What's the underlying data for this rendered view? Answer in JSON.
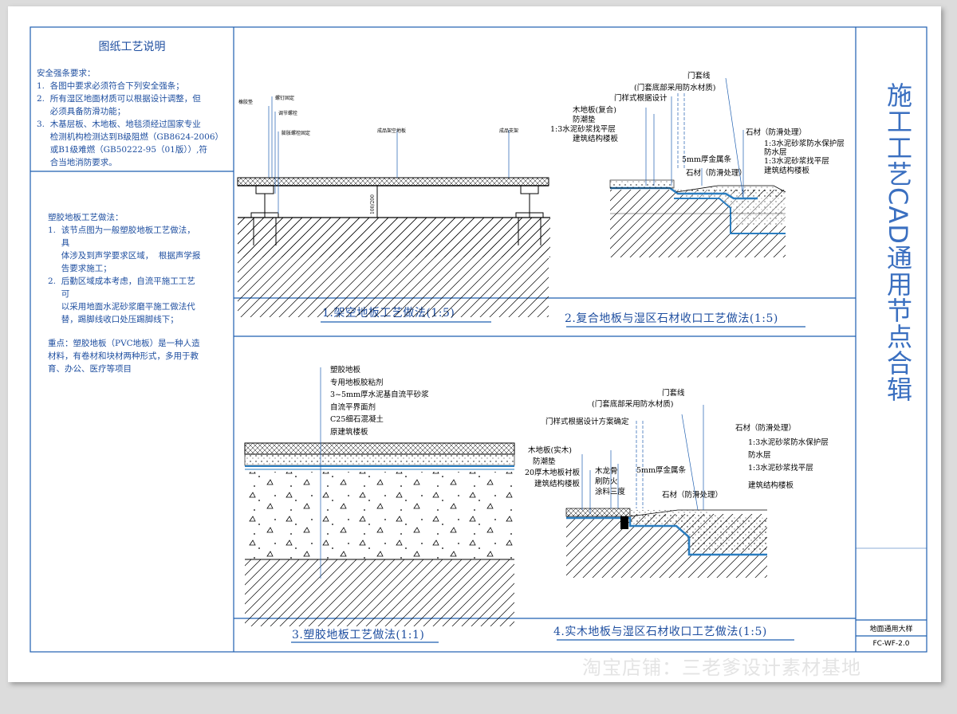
{
  "notes": {
    "title": "图纸工艺说明",
    "safety_heading": "安全强条要求：",
    "safety_items": [
      "1.  各图中要求必须符合下列安全强条；",
      "2.  所有湿区地面材质可以根据设计调整，但",
      "     必须具备防滑功能；",
      "3.  木基层板、木地板、地毯须经过国家专业",
      "     检测机构检测达到B级阻燃（GB8624-2006）",
      "     或B1级难燃（GB50222-95（01版））,符",
      "     合当地消防要求。"
    ],
    "pvc_heading": "塑胶地板工艺做法：",
    "pvc_items": [
      "1.  该节点图为一般塑胶地板工艺做法，",
      "     具",
      "     体涉及到声学要求区域，  根据声学报",
      "     告要求施工；",
      "2.  后勤区域成本考虑，自流平施工工艺",
      "     可",
      "     以采用地面水泥砂浆磨平施工做法代",
      "     替，踢脚线收口处压踢脚线下；"
    ],
    "key_items": [
      "重点：塑胶地板（PVC地板）是一种人造",
      "材料，有卷材和块材两种形式，多用于教",
      "育、办公、医疗等项目"
    ]
  },
  "captions": {
    "c1": "1.架空地板工艺做法(1:5)",
    "c2": "2.复合地板与湿区石材收口工艺做法(1:5)",
    "c3": "3.塑胶地板工艺做法(1:1)",
    "c4": "4.实木地板与湿区石材收口工艺做法(1:5)"
  },
  "d1": {
    "l1": "橡胶垫",
    "l2": "螺钉固定",
    "l3": "调节螺栓",
    "l4": "膨胀螺栓固定",
    "l5": "成品架空地板",
    "l6": "成品支架",
    "dim": "100/200"
  },
  "d2": {
    "top1": "门套线",
    "top2": "(门套底部采用防水材质)",
    "top3": "门样式根据设计",
    "left": [
      "木地板(复合)",
      "防潮垫",
      "1:3水泥砂浆找平层",
      "建筑结构楼板"
    ],
    "mid1": "5mm厚金属条",
    "mid2": "石材（防滑处理）",
    "right": [
      "石材（防滑处理）",
      "1:3水泥砂浆防水保护层",
      "防水层",
      "1:3水泥砂浆找平层",
      "建筑结构楼板"
    ]
  },
  "d3": {
    "labels": [
      "塑胶地板",
      "专用地板胶粘剂",
      "3~5mm厚水泥基自流平砂浆",
      "自流平界面剂",
      "C25细石混凝土",
      "原建筑楼板"
    ]
  },
  "d4": {
    "top1": "门套线",
    "top2": "(门套底部采用防水材质)",
    "top3": "门样式根据设计方案确定",
    "left": [
      "木地板(实木)",
      "防潮垫",
      "20厚木地板衬板",
      "建筑结构楼板"
    ],
    "mid_a": [
      "木龙骨",
      "刷防火",
      "涂料三度"
    ],
    "mid1": "5mm厚金属条",
    "mid2": "石材（防滑处理）",
    "right": [
      "石材（防滑处理）",
      "1:3水泥砂浆防水保护层",
      "防水层",
      "1:3水泥砂浆找平层",
      "建筑结构楼板"
    ]
  },
  "side": {
    "vertical_title": "施工工艺CAD通用节点合辑",
    "sheet_name": "地面通用大样",
    "sheet_no": "FC-WF-2.0"
  },
  "watermark": "淘宝店铺：三老爹设计素材基地"
}
